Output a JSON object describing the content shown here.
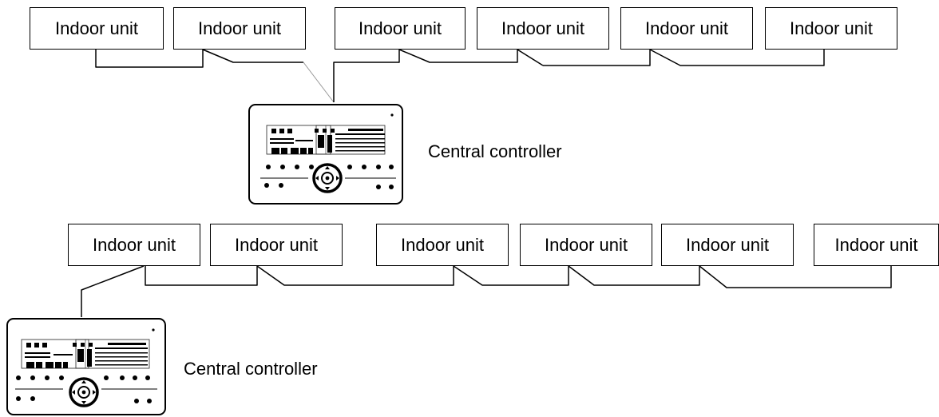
{
  "unit_label": "Indoor unit",
  "controller_label": "Central controller",
  "groups": [
    {
      "units": [
        "Indoor unit",
        "Indoor unit",
        "Indoor unit",
        "Indoor unit",
        "Indoor unit",
        "Indoor unit"
      ],
      "controller": "Central controller"
    },
    {
      "units": [
        "Indoor unit",
        "Indoor unit",
        "Indoor unit",
        "Indoor unit",
        "Indoor unit",
        "Indoor unit"
      ],
      "controller": "Central controller"
    }
  ],
  "colors": {
    "line": "#000000",
    "faint_line": "#9a9a9a",
    "background": "#ffffff"
  },
  "icons": [
    "central-controller-device-icon",
    "navigation-dial-icon"
  ]
}
